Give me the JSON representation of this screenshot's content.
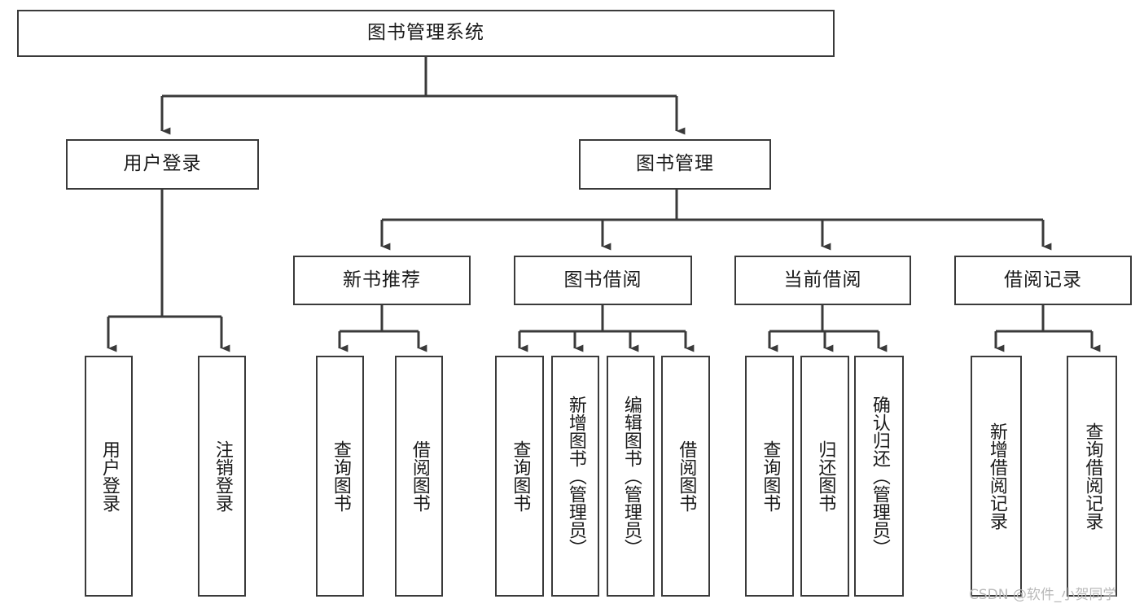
{
  "diagram": {
    "type": "tree-hierarchy-chart",
    "title": "图书管理系统",
    "watermark": "CSDN @软件_小贺同学",
    "colors": {
      "box_border": "#3a3a3a",
      "connector": "#3a3a3a",
      "background": "#ffffff",
      "text": "#1a1a1a",
      "watermark": "#b9b9b9"
    },
    "levels": {
      "root": {
        "label": "图书管理系统"
      },
      "level2": [
        {
          "label": "用户登录"
        },
        {
          "label": "图书管理"
        }
      ],
      "level3": [
        {
          "label": "新书推荐"
        },
        {
          "label": "图书借阅"
        },
        {
          "label": "当前借阅"
        },
        {
          "label": "借阅记录"
        }
      ],
      "leaves": [
        {
          "label": "用户登录",
          "parent": "用户登录"
        },
        {
          "label": "注销登录",
          "parent": "用户登录"
        },
        {
          "label": "查询图书",
          "parent": "新书推荐"
        },
        {
          "label": "借阅图书",
          "parent": "新书推荐"
        },
        {
          "label": "查询图书",
          "parent": "图书借阅"
        },
        {
          "label": "新增图书（管理员）",
          "parent": "图书借阅"
        },
        {
          "label": "编辑图书（管理员）",
          "parent": "图书借阅"
        },
        {
          "label": "借阅图书",
          "parent": "图书借阅"
        },
        {
          "label": "查询图书",
          "parent": "当前借阅"
        },
        {
          "label": "归还图书",
          "parent": "当前借阅"
        },
        {
          "label": "确认归还（管理员）",
          "parent": "当前借阅"
        },
        {
          "label": "新增借阅记录",
          "parent": "借阅记录"
        },
        {
          "label": "查询借阅记录",
          "parent": "借阅记录"
        }
      ]
    }
  }
}
